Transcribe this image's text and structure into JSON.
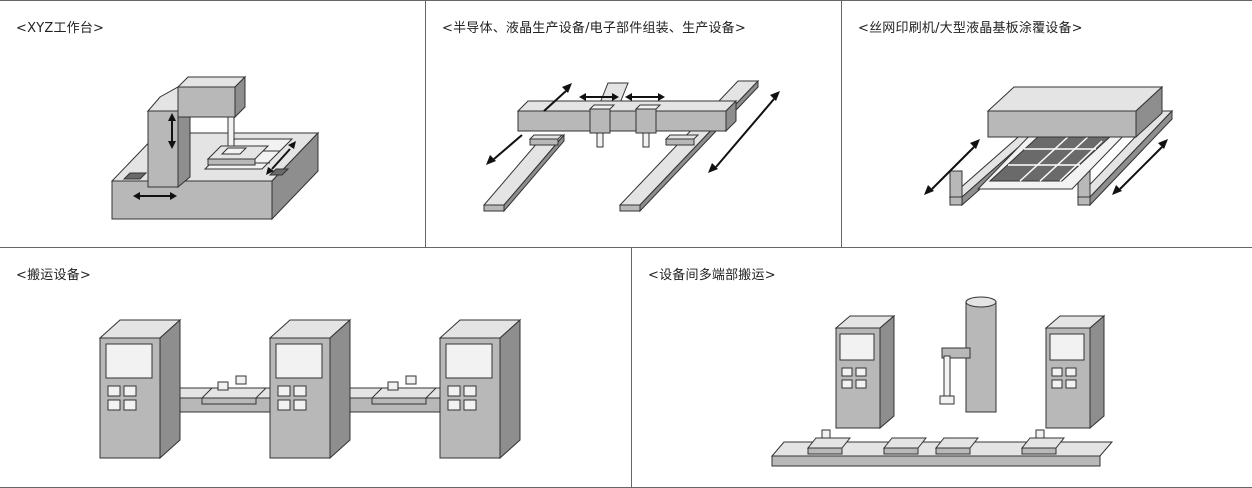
{
  "panels": {
    "xyz_stage": {
      "label": "<XYZ工作台>"
    },
    "semiconductor": {
      "label": "<半导体、液晶生产设备/电子部件组装、生产设备>"
    },
    "screen_printer": {
      "label": "<丝网印刷机/大型液晶基板涂覆设备>"
    },
    "transfer": {
      "label": "<搬运设备>"
    },
    "multi_transfer": {
      "label": "<设备间多端部搬运>"
    }
  },
  "colors": {
    "border": "#666666",
    "top_face": "#e4e4e4",
    "front_face": "#b8b8b8",
    "side_face": "#8e8e8e"
  }
}
